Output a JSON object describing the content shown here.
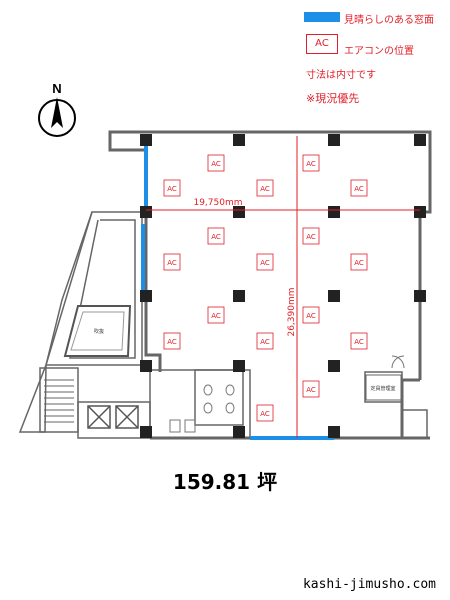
{
  "legend": {
    "view_window": "見晴らしのある窓面",
    "ac_symbol": "AC",
    "ac_position": "エアコンの位置",
    "dimension_note": "寸法は内寸です",
    "priority_note": "※現況優先"
  },
  "compass": {
    "north_label": "N"
  },
  "plan": {
    "width_dimension": "19,750mm",
    "depth_dimension": "26,390mm",
    "ac_label": "AC",
    "room_label": "吹抜",
    "storage_label": "定員管理室"
  },
  "area_text": "159.81 坪",
  "website": "kashi-jimusho.com",
  "colors": {
    "window_blue": "#1e8fe6",
    "ac_red": "#e0202a",
    "wall_gray": "#666666",
    "column_dark": "#222222"
  }
}
